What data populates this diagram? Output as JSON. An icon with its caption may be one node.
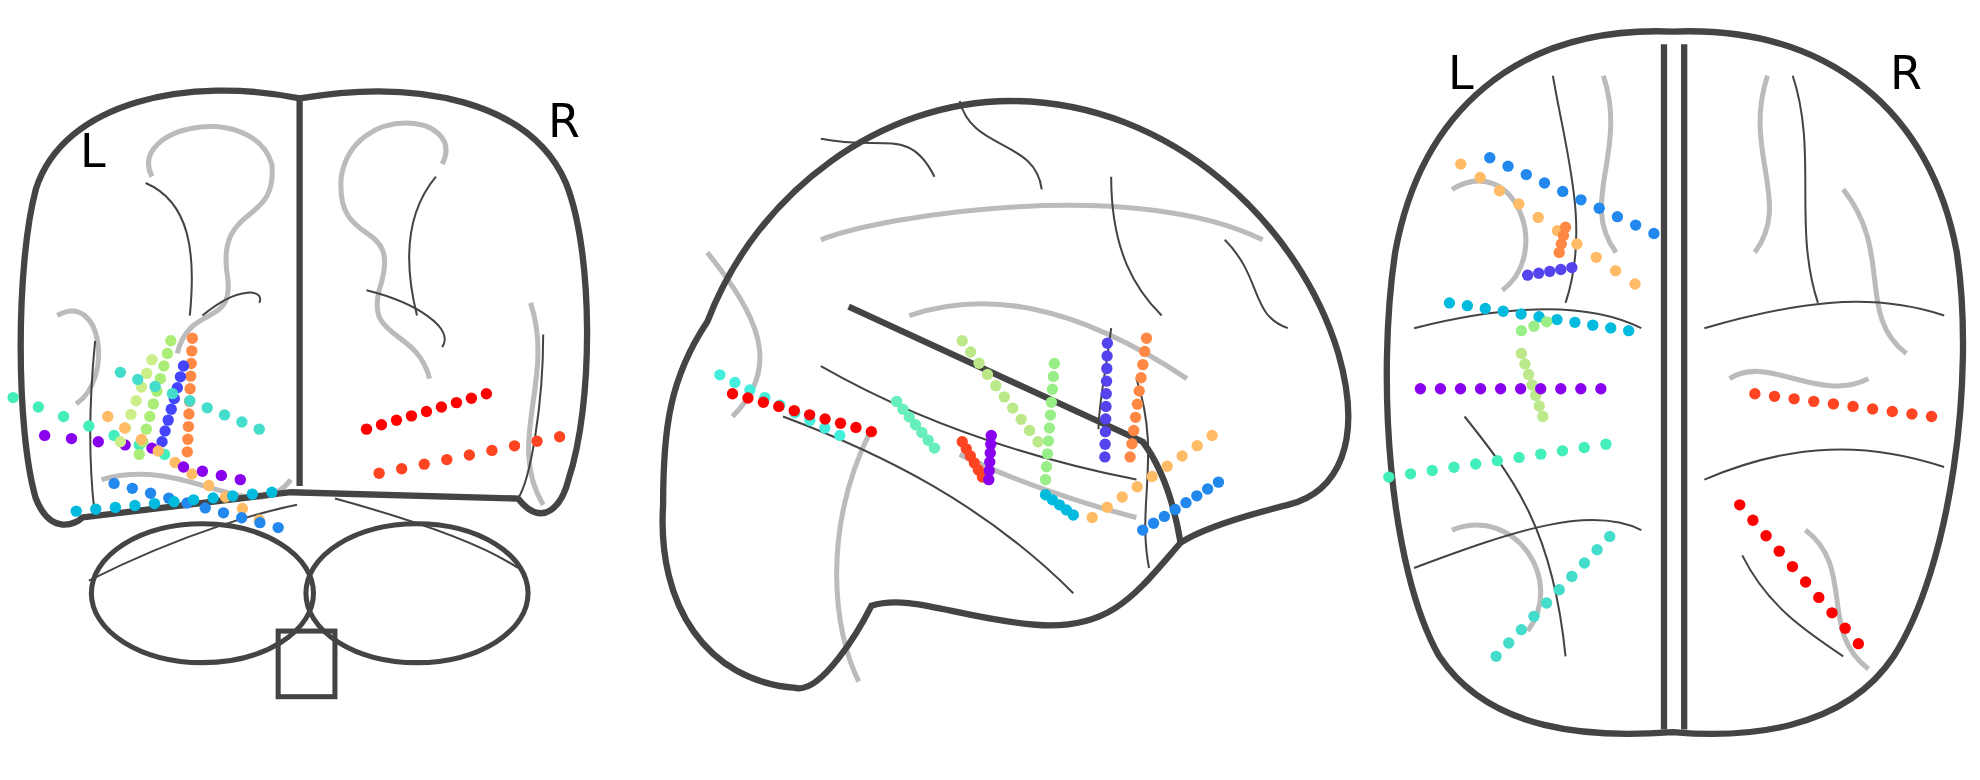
{
  "diagram": {
    "labels": [
      "L",
      "R",
      "L",
      "R"
    ]
  }
}
